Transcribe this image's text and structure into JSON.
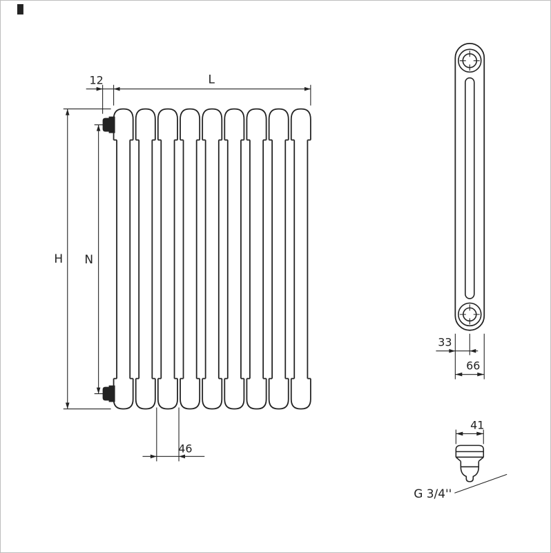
{
  "colors": {
    "ink": "#232323",
    "background": "#ffffff",
    "border": "#bdbdbd"
  },
  "front_view": {
    "sections": 9,
    "dim_width_offset": "12",
    "dim_length": "L",
    "dim_height": "H",
    "dim_center_distance": "N",
    "dim_section_pitch": "46"
  },
  "side_view": {
    "dim_axis_depth": "33",
    "dim_depth": "66"
  },
  "connection_detail": {
    "dim_width": "41",
    "thread_label": "G 3/4''"
  }
}
